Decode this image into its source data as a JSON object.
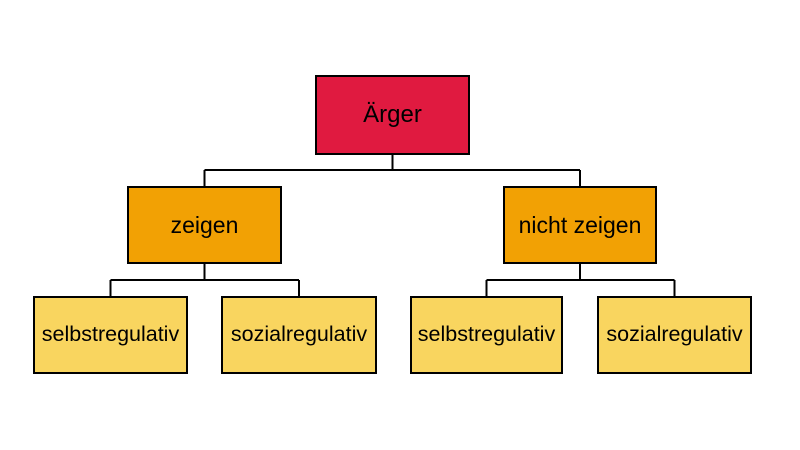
{
  "diagram": {
    "type": "tree",
    "background": "#ffffff",
    "colors": {
      "root_fill": "#E01A40",
      "level2_fill": "#F2A104",
      "level3_fill": "#F9D55F",
      "border": "#000000",
      "line": "#000000",
      "text": "#000000"
    },
    "nodes": {
      "root": {
        "label": "Ärger",
        "level": 1
      },
      "zeigen": {
        "label": "zeigen",
        "level": 2,
        "parent": "root"
      },
      "nicht_zeigen": {
        "label": "nicht zeigen",
        "level": 2,
        "parent": "root"
      },
      "zeigen_selbstregulativ": {
        "label": "selbstregulativ",
        "level": 3,
        "parent": "zeigen"
      },
      "zeigen_sozialregulativ": {
        "label": "sozialregulativ",
        "level": 3,
        "parent": "zeigen"
      },
      "nicht_zeigen_selbstregulativ": {
        "label": "selbstregulativ",
        "level": 3,
        "parent": "nicht_zeigen"
      },
      "nicht_zeigen_sozialregulativ": {
        "label": "sozialregulativ",
        "level": 3,
        "parent": "nicht_zeigen"
      }
    }
  }
}
